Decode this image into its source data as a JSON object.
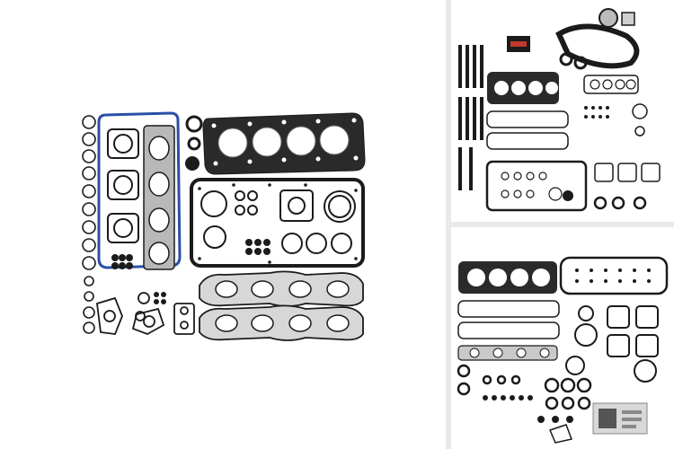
{
  "gallery": {
    "main_image": {
      "icon": "gasket-set-photo"
    },
    "thumbnails": [
      {
        "icon": "gasket-set-with-timing-belt-photo"
      },
      {
        "icon": "gasket-set-alternate-photo"
      }
    ]
  },
  "colors": {
    "background": "#ffffff",
    "divider": "#e9e9e9",
    "gasket_dark": "#1b1b1b",
    "gasket_blue": "#2b4fa5",
    "metal_gray": "#a9a9a9"
  }
}
